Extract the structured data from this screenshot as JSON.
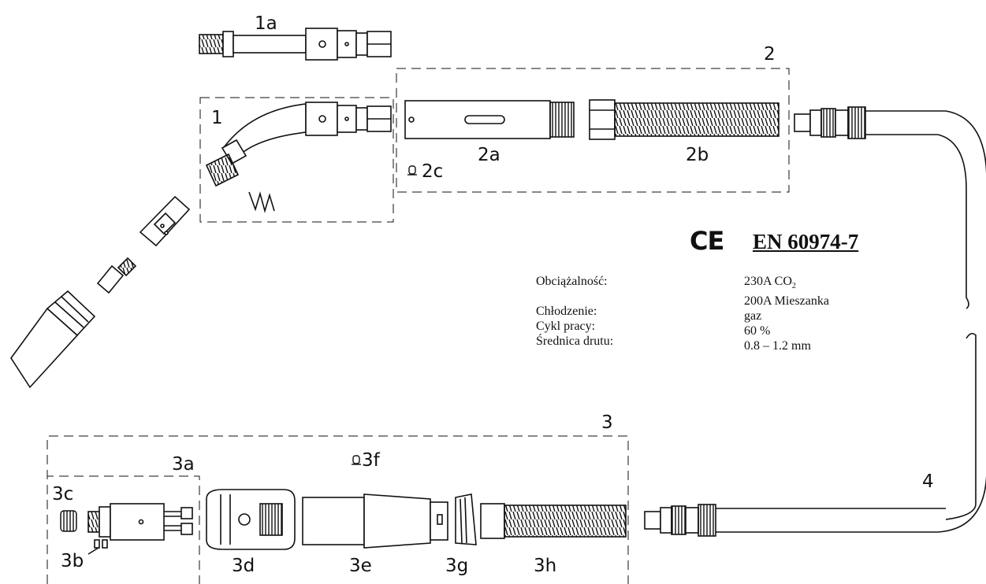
{
  "part_labels": {
    "p1a": "1a",
    "p2": "2",
    "p1": "1",
    "p2a": "2a",
    "p2b": "2b",
    "p2c": "2c",
    "p3": "3",
    "p3a": "3a",
    "p3f": "3f",
    "p3c": "3c",
    "p3b": "3b",
    "p3d": "3d",
    "p3e": "3e",
    "p3g": "3g",
    "p3h": "3h",
    "p4": "4"
  },
  "certification": {
    "mark": "CE",
    "standard": "EN 60974-7"
  },
  "specs": {
    "load_label": "Obciążalność:",
    "load_value_1": "230A CO",
    "load_value_1_sub": "2",
    "load_value_2": "200A Mieszanka",
    "cooling_label": "Chłodzenie:",
    "cooling_value": "gaz",
    "duty_label": "Cykl pracy:",
    "duty_value": "60 %",
    "wire_label": "Średnica drutu:",
    "wire_value": "0.8 – 1.2 mm"
  }
}
